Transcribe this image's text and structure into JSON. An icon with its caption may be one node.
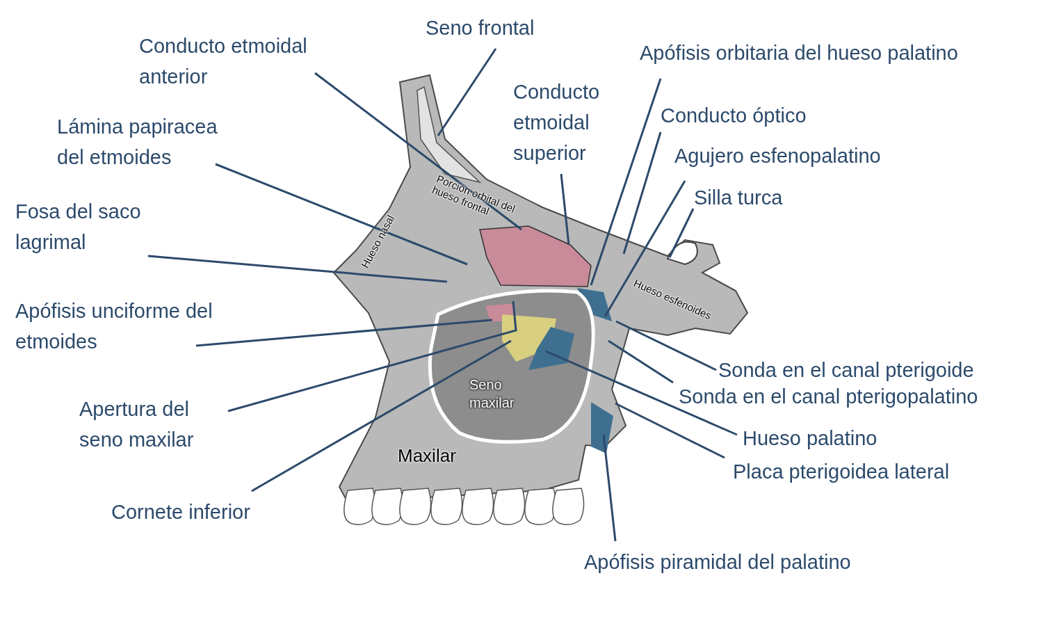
{
  "diagram": {
    "nodes": [
      {
        "text": [
          "Seno frontal"
        ]
      },
      {
        "text": [
          "Conducto etmoidal anterior"
        ]
      },
      {
        "text": [
          "Lámina papiracea del etmoides"
        ]
      },
      {
        "text": [
          "Fosa del saco lagrimal"
        ]
      },
      {
        "text": [
          "Apófisis unciforme del etmoides"
        ]
      },
      {
        "text": [
          "Apertura del seno maxilar"
        ]
      },
      {
        "text": [
          "Cornete inferior"
        ]
      },
      {
        "text": [
          "Conducto etmoidal superior"
        ]
      },
      {
        "text": [
          "Apófisis orbitaria del hueso palatino"
        ]
      },
      {
        "text": [
          "Conducto óptico"
        ]
      },
      {
        "text": [
          "Agujero esfenopalatino"
        ]
      },
      {
        "text": [
          "Silla turca"
        ]
      },
      {
        "text": [
          "Sonda en el canal pterigoide"
        ]
      },
      {
        "text": [
          "Sonda en el canal pterigopalatino"
        ]
      },
      {
        "text": [
          "Hueso palatino"
        ]
      },
      {
        "text": [
          "Placa pterigoidea lateral"
        ]
      },
      {
        "text": [
          "Apófisis piramidal del palatino"
        ]
      },
      {
        "text": [
          "Seno maxilar"
        ]
      }
    ],
    "edges": [
      {
        "from": 0,
        "to": null,
        "arrow": "none"
      },
      {
        "from": 1,
        "to": null,
        "arrow": "none"
      },
      {
        "from": 2,
        "to": null,
        "arrow": "none"
      },
      {
        "from": 3,
        "to": null,
        "arrow": "none"
      },
      {
        "from": 4,
        "to": 17,
        "arrow": "none"
      },
      {
        "from": 5,
        "to": 17,
        "arrow": "none"
      },
      {
        "from": 6,
        "to": 17,
        "arrow": "none"
      },
      {
        "from": 7,
        "to": null,
        "arrow": "none"
      },
      {
        "from": 8,
        "to": null,
        "arrow": "none"
      },
      {
        "from": 9,
        "to": null,
        "arrow": "none"
      },
      {
        "from": 10,
        "to": null,
        "arrow": "none"
      },
      {
        "from": 11,
        "to": null,
        "arrow": "none"
      },
      {
        "from": 12,
        "to": null,
        "arrow": "none"
      },
      {
        "from": 13,
        "to": null,
        "arrow": "none"
      },
      {
        "from": 14,
        "to": 17,
        "arrow": "none"
      },
      {
        "from": 15,
        "to": null,
        "arrow": "none"
      },
      {
        "from": 16,
        "to": null,
        "arrow": "none"
      }
    ],
    "labels": [
      "Porción orbital del hueso frontal",
      "Hueso nasal",
      "Hueso esfenoides",
      "Maxilar"
    ]
  }
}
